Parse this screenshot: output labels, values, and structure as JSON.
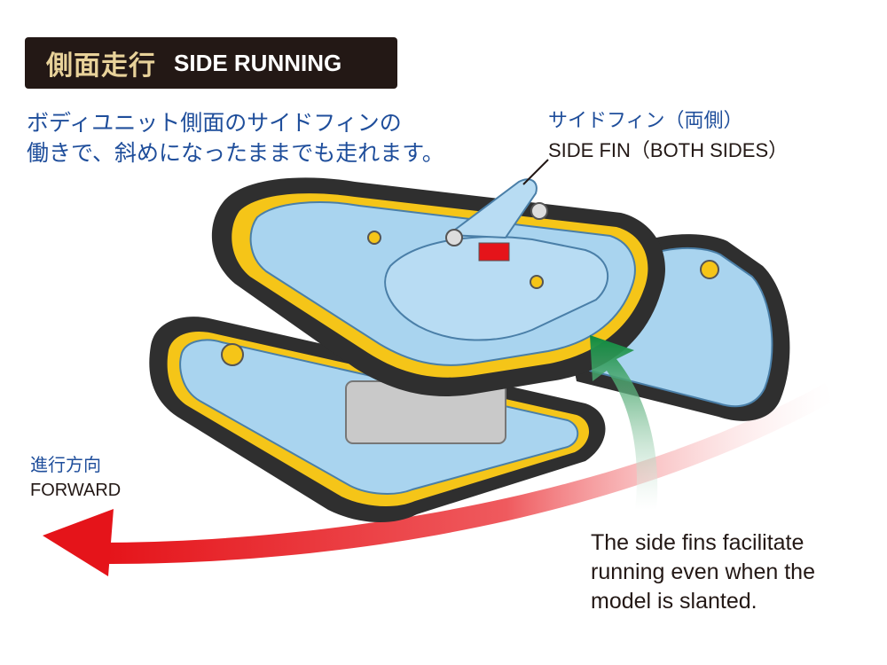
{
  "header": {
    "title_jp": "側面走行",
    "title_en": "SIDE RUNNING"
  },
  "description": {
    "line1": "ボディユニット側面のサイドフィンの",
    "line2": "働きで、斜めになったままでも走れます。"
  },
  "fin_label": {
    "jp": "サイドフィン（両側）",
    "en": "SIDE FIN（BOTH SIDES）"
  },
  "forward_label": {
    "jp": "進行方向",
    "en": "FORWARD"
  },
  "note": {
    "line1": "The side fins facilitate",
    "line2": "running even when the",
    "line3": "model is slanted."
  },
  "colors": {
    "title_bg": "#231815",
    "title_jp": "#e8d29a",
    "blue_text": "#1f4e9b",
    "body_blue": "#a9d4ef",
    "track": "#3a3a3a",
    "wheel": "#f5c518",
    "arrow_red": "#e5141a",
    "arrow_green": "#1a9a4a"
  }
}
